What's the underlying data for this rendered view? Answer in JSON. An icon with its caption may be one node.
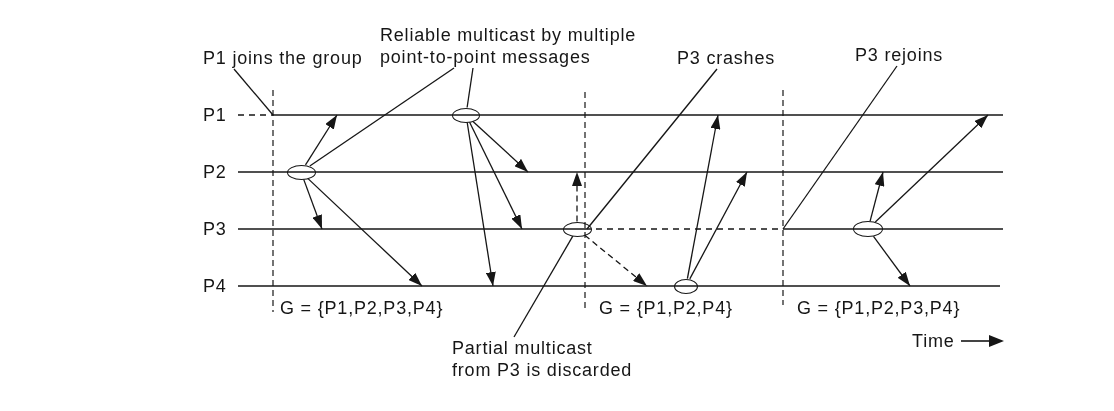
{
  "diagram": {
    "nodes": [
      {
        "text": [
          "P1 joins the group"
        ]
      },
      {
        "text": [
          "Reliable multicast by multiple point-to-point messages"
        ]
      },
      {
        "text": [
          "P3 crashes"
        ]
      },
      {
        "text": [
          "P3 rejoins"
        ]
      },
      {
        "text": [],
        "shape": "line",
        "beside": [
          "P1"
        ]
      },
      {
        "text": [],
        "shape": "line",
        "beside": [
          "P2"
        ]
      },
      {
        "text": [],
        "shape": "line",
        "beside": [
          "P3"
        ]
      },
      {
        "text": [],
        "shape": "line",
        "beside": [
          "P4"
        ]
      },
      {
        "text": [],
        "shape": "ellipse"
      },
      {
        "text": [],
        "shape": "ellipse"
      },
      {
        "text": [],
        "shape": "ellipse"
      },
      {
        "text": [],
        "shape": "ellipse"
      },
      {
        "text": [],
        "shape": "ellipse"
      },
      {
        "text": [
          "Partial multicast from P3 is discarded"
        ]
      }
    ],
    "edges": [
      {
        "from": 0,
        "to": 4,
        "arrow": "none"
      },
      {
        "from": 1,
        "to": 8,
        "arrow": "none"
      },
      {
        "from": 1,
        "to": 9,
        "arrow": "none"
      },
      {
        "from": 2,
        "to": 6,
        "arrow": "none"
      },
      {
        "from": 3,
        "to": 6,
        "arrow": "none"
      },
      {
        "from": 13,
        "to": 10,
        "arrow": "none"
      },
      {
        "from": 8,
        "to": 4,
        "arrow": "to"
      },
      {
        "from": 8,
        "to": 6,
        "arrow": "to"
      },
      {
        "from": 8,
        "to": 7,
        "arrow": "to"
      },
      {
        "from": 9,
        "to": 5,
        "arrow": "to"
      },
      {
        "from": 9,
        "to": 6,
        "arrow": "to"
      },
      {
        "from": 9,
        "to": 7,
        "arrow": "to"
      },
      {
        "from": 10,
        "to": 5,
        "arrow": "to",
        "style": "dashed"
      },
      {
        "from": 10,
        "to": 7,
        "arrow": "to",
        "style": "dashed"
      },
      {
        "from": 11,
        "to": 4,
        "arrow": "to"
      },
      {
        "from": 11,
        "to": 5,
        "arrow": "to"
      },
      {
        "from": 12,
        "to": 5,
        "arrow": "to"
      },
      {
        "from": 12,
        "to": 4,
        "arrow": "to"
      },
      {
        "from": 12,
        "to": 7,
        "arrow": "to"
      }
    ],
    "labels": [
      "G = {P1,P2,P3,P4}",
      "G = {P1,P2,P4}",
      "G = {P1,P2,P3,P4}",
      "Time"
    ]
  }
}
